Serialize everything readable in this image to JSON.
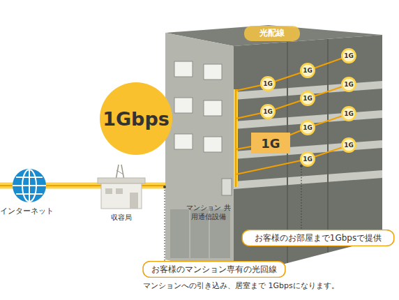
{
  "diagram": {
    "nodes": [
      {
        "text": [
          "1Gbps"
        ]
      },
      {
        "text": [
          "1G"
        ]
      },
      {
        "text": [
          "1G"
        ]
      },
      {
        "text": [
          "1G"
        ]
      },
      {
        "text": [
          "1G"
        ]
      },
      {
        "text": [
          "1G"
        ]
      },
      {
        "text": [
          "1G"
        ]
      },
      {
        "text": [
          "1G"
        ]
      },
      {
        "text": [
          "1G"
        ]
      },
      {
        "text": [
          "1G"
        ]
      },
      {
        "text": [
          "1G"
        ]
      },
      {
        "text": [
          "1G"
        ]
      },
      {
        "text": [
          "お客様のお部屋まで1Gbpsで提供"
        ]
      },
      {
        "text": [
          "お客様のマンション専有の光回線"
        ]
      }
    ],
    "labels": [
      "光配線",
      "インターネット",
      "収容局",
      "マンション 共用通信設備",
      "マンションへの引き込み、居室まで 1Gbpsになります。"
    ]
  }
}
